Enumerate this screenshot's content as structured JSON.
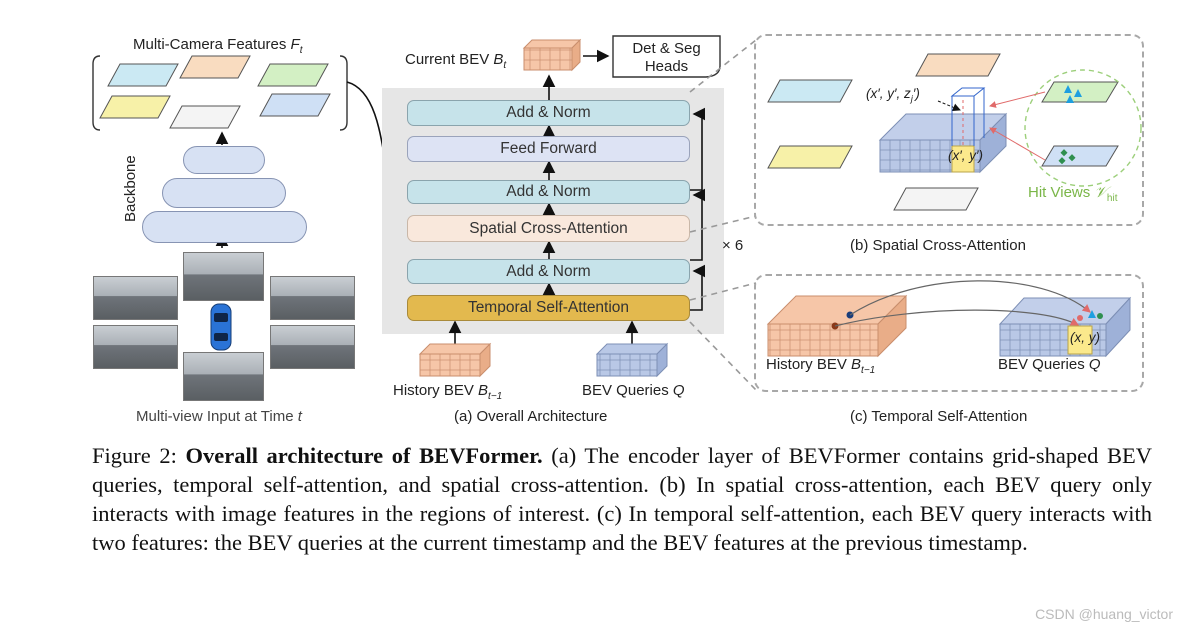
{
  "left": {
    "features_label": "Multi-Camera Features ",
    "features_var": "F",
    "features_sub": "t",
    "backbone_label": "Backbone",
    "input_label": "Multi-view Input at Time ",
    "input_var": "t"
  },
  "center": {
    "current_bev_label": "Current BEV ",
    "current_bev_var": "B",
    "current_bev_sub": "t",
    "heads_line1": "Det & Seg",
    "heads_line2": "Heads",
    "blocks": {
      "add_norm_top": "Add & Norm",
      "feed_forward": "Feed Forward",
      "add_norm_mid": "Add & Norm",
      "spatial_cross_attention": "Spatial Cross-Attention",
      "add_norm_low": "Add & Norm",
      "temporal_self_attention": "Temporal Self-Attention"
    },
    "repeat": "× 6",
    "history_bev_label": "History BEV ",
    "history_bev_var": "B",
    "history_bev_sub": "t−1",
    "bev_queries_label": "BEV Queries ",
    "bev_queries_var": "Q",
    "subcaption": "(a) Overall Architecture"
  },
  "panel_b": {
    "point_label": "(x′, y′, z",
    "point_sub": "j",
    "point_tail": "′)",
    "xy_label": "(x′, y′)",
    "hit_views_label": "Hit Views ",
    "hit_views_var": "𝒱",
    "hit_views_sub": "hit",
    "subcaption": "(b) Spatial Cross-Attention"
  },
  "panel_c": {
    "history_label": "History BEV ",
    "history_var": "B",
    "history_sub": "t−1",
    "queries_label": "BEV Queries ",
    "queries_var": "Q",
    "xy_label": "(x, y)",
    "subcaption": "(c) Temporal Self-Attention"
  },
  "caption": {
    "prefix": "Figure 2: ",
    "bold": "Overall architecture of BEVFormer.",
    "body": " (a) The encoder layer of BEVFormer contains grid-shaped BEV queries, temporal self-attention, and spatial cross-attention. (b) In spatial cross-attention, each BEV query only interacts with image features in the regions of interest. (c) In temporal self-attention, each BEV query interacts with two features: the BEV queries at the current timestamp and the BEV features at the previous timestamp."
  },
  "watermark": "CSDN @huang_victor",
  "colors": {
    "bev_peach": "#f6c6a8",
    "bev_blue": "#b9c8e6",
    "add_norm": "#c6e3ea",
    "feed_forward": "#dde3f4",
    "spatial_attn": "#f9e8dc",
    "temporal_attn": "#e3b94e",
    "hit_green": "#7ab648"
  }
}
